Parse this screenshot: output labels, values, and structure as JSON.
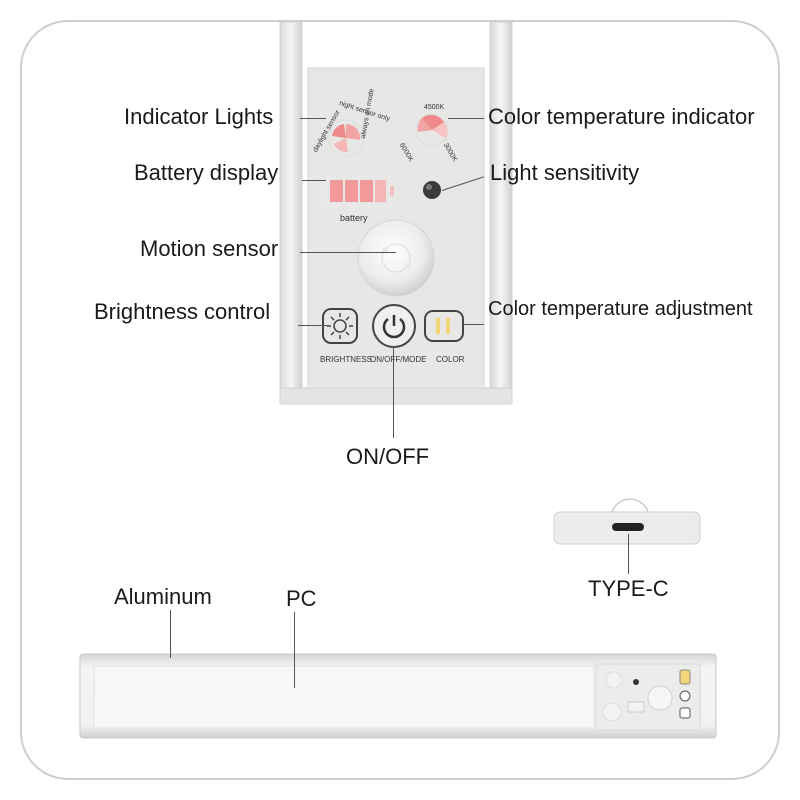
{
  "callouts": {
    "indicator_lights": "Indicator Lights",
    "color_temperature_indicator": "Color temperature indicator",
    "battery_display": "Battery display",
    "light_sensitivity": "Light sensitivity",
    "motion_sensor": "Motion sensor",
    "brightness_control": "Brightness control",
    "color_temperature_adjustment": "Color temperature adjustment",
    "on_off": "ON/OFF",
    "type_c": "TYPE-C",
    "aluminum": "Aluminum",
    "pc": "PC"
  },
  "panel": {
    "mode_ring": [
      "night sensor only",
      "always on mode",
      "daylight sensor"
    ],
    "temp_ring": {
      "top": "4500K",
      "left": "6000K",
      "right": "3000K"
    },
    "battery_label": "battery",
    "buttons": {
      "brightness": "BRIGHTNESS",
      "power": "ON/OFF/MODE",
      "color": "COLOR"
    }
  },
  "icons": [
    "sun-icon",
    "power-icon",
    "color-bars-icon",
    "usb-c-port-icon",
    "battery-icon",
    "motion-sensor-icon",
    "light-sensor-icon"
  ],
  "colors": {
    "panel_bg": "#e7e7e5",
    "indicator_red": "#f08a8a",
    "battery_red": "#f29a9a",
    "color_button_yellow": "#f3d67a",
    "frame": "#cfcfcf"
  }
}
